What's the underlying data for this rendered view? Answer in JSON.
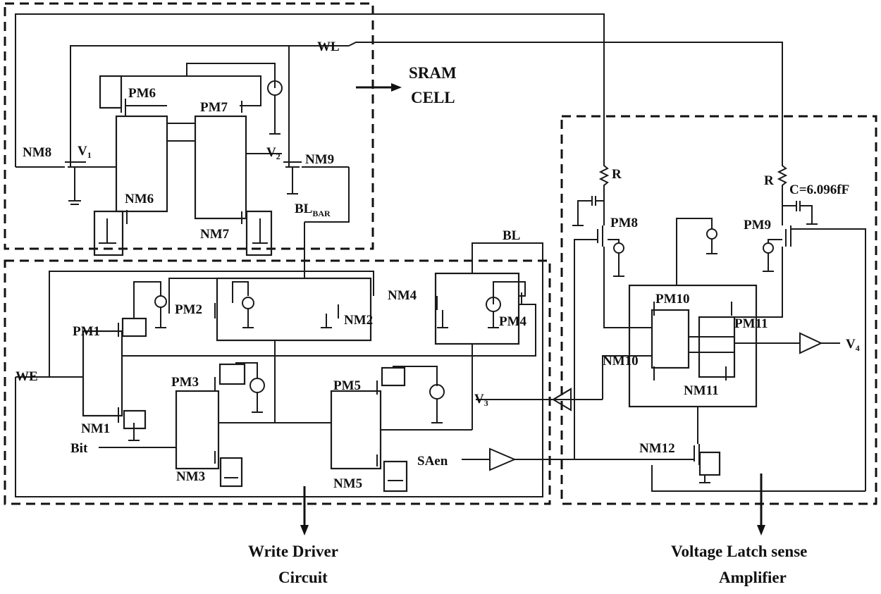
{
  "sections": {
    "sram_title_1": "SRAM",
    "sram_title_2": "CELL",
    "write_title_1": "Write Driver",
    "write_title_2": "Circuit",
    "sense_title_1": "Voltage Latch sense",
    "sense_title_2": "Amplifier"
  },
  "labels": {
    "wl": "WL",
    "nm8": "NM8",
    "v1": "V",
    "v1_sub": "1",
    "pm6": "PM6",
    "pm7": "PM7",
    "v2": "V",
    "v2_sub": "2",
    "nm9": "NM9",
    "nm6": "NM6",
    "nm7": "NM7",
    "blbar": "BL",
    "blbar_sub": "BAR",
    "bl": "BL",
    "we": "WE",
    "pm1": "PM1",
    "pm2": "PM2",
    "nm2": "NM2",
    "nm4": "NM4",
    "pm4": "PM4",
    "pm3": "PM3",
    "pm5": "PM5",
    "nm1": "NM1",
    "bit": "Bit",
    "nm3": "NM3",
    "nm5": "NM5",
    "saen": "SAen",
    "v3": "V",
    "v3_sub": "3",
    "r1": "R",
    "r2": "R",
    "cap": "C=6.096fF",
    "pm8": "PM8",
    "pm9": "PM9",
    "pm10": "PM10",
    "pm11": "PM11",
    "nm10": "NM10",
    "nm11": "NM11",
    "nm12": "NM12",
    "v4": "V",
    "v4_sub": "4"
  }
}
